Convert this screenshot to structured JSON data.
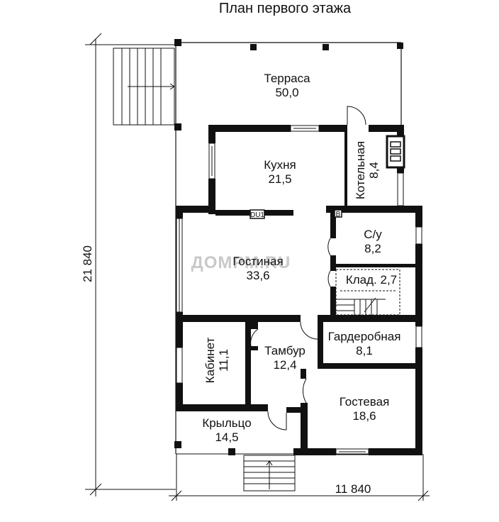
{
  "title": "План первого этажа",
  "watermark": "ДОМРМ.RU",
  "dimensions": {
    "height": "21 840",
    "width": "11 840"
  },
  "rooms": [
    {
      "id": "terrace",
      "name": "Терраса",
      "area": "50,0"
    },
    {
      "id": "kitchen",
      "name": "Кухня",
      "area": "21,5"
    },
    {
      "id": "boiler",
      "name": "Котельная",
      "area": "8,4"
    },
    {
      "id": "bathroom",
      "name": "С/у",
      "area": "8,2"
    },
    {
      "id": "living",
      "name": "Гостиная",
      "area": "33,6"
    },
    {
      "id": "pantry",
      "name": "Клад. 2,7",
      "area": ""
    },
    {
      "id": "wardrobe",
      "name": "Гардеробная",
      "area": "8,1"
    },
    {
      "id": "office",
      "name": "Кабинет",
      "area": "11,1"
    },
    {
      "id": "vestibule",
      "name": "Тамбур",
      "area": "12,4"
    },
    {
      "id": "guest",
      "name": "Гостевая",
      "area": "18,6"
    },
    {
      "id": "porch",
      "name": "Крыльцо",
      "area": "14,5"
    }
  ],
  "labels": {
    "fireplace": "DU1",
    "vent": "B"
  }
}
